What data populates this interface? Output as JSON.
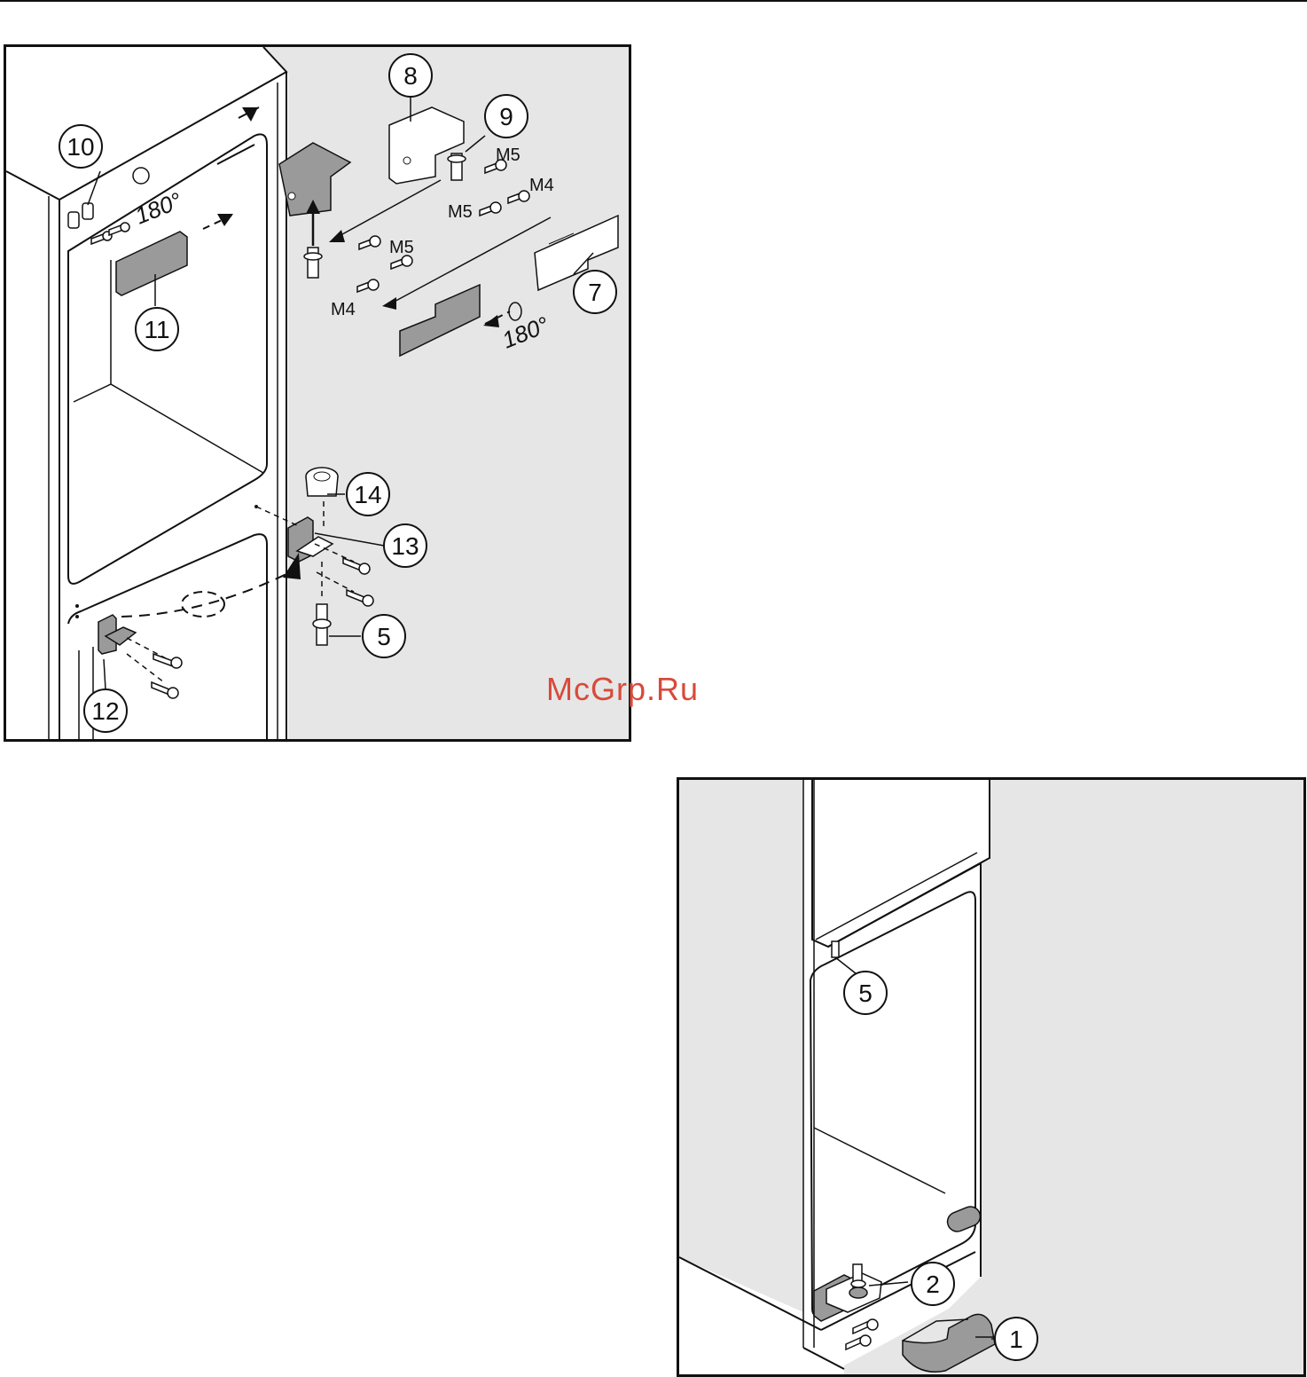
{
  "watermark": "McGrp.Ru",
  "figure_a": {
    "callouts": [
      "8",
      "9",
      "10",
      "11",
      "7",
      "14",
      "13",
      "5",
      "12"
    ],
    "screw_labels": {
      "m5_top": "M5",
      "m4_top": "M4",
      "m5_mid": "M5",
      "m5_left": "M5",
      "m4_left": "M4"
    },
    "angle_labels": {
      "top": "180°",
      "bottom": "180°"
    }
  },
  "figure_b": {
    "callouts": [
      "5",
      "2",
      "1"
    ]
  },
  "colors": {
    "panel_gray": "#e6e6e6",
    "part_gray": "#9a9a9a",
    "line": "#111111",
    "watermark": "#d84a3a"
  }
}
